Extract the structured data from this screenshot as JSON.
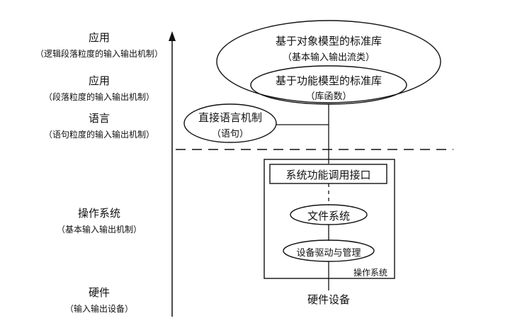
{
  "levels": [
    {
      "title": "应用",
      "subtitle": "（逻辑段落粒度的输入输出机制）"
    },
    {
      "title": "应用",
      "subtitle": "（段落粒度的输入输出机制）"
    },
    {
      "title": "语言",
      "subtitle": "（语句粒度的输入输出机制）"
    },
    {
      "title": "操作系统",
      "subtitle": "（基本输入输出机制）"
    },
    {
      "title": "硬件",
      "subtitle": "（输入输出设备）"
    }
  ],
  "nodes": {
    "object_lib": {
      "title": "基于对象模型的标准库",
      "subtitle": "（基本输入输出流类）"
    },
    "function_lib": {
      "title": "基于功能模型的标准库",
      "subtitle": "（库函数）"
    },
    "language_mech": {
      "title": "直接语言机制",
      "subtitle": "（语句）"
    },
    "syscall": {
      "title": "系统功能调用接口"
    },
    "filesystem": {
      "title": "文件系统"
    },
    "driver": {
      "title": "设备驱动与管理"
    },
    "os_box": {
      "label": "操作系统"
    },
    "hardware": {
      "label": "硬件设备"
    }
  }
}
